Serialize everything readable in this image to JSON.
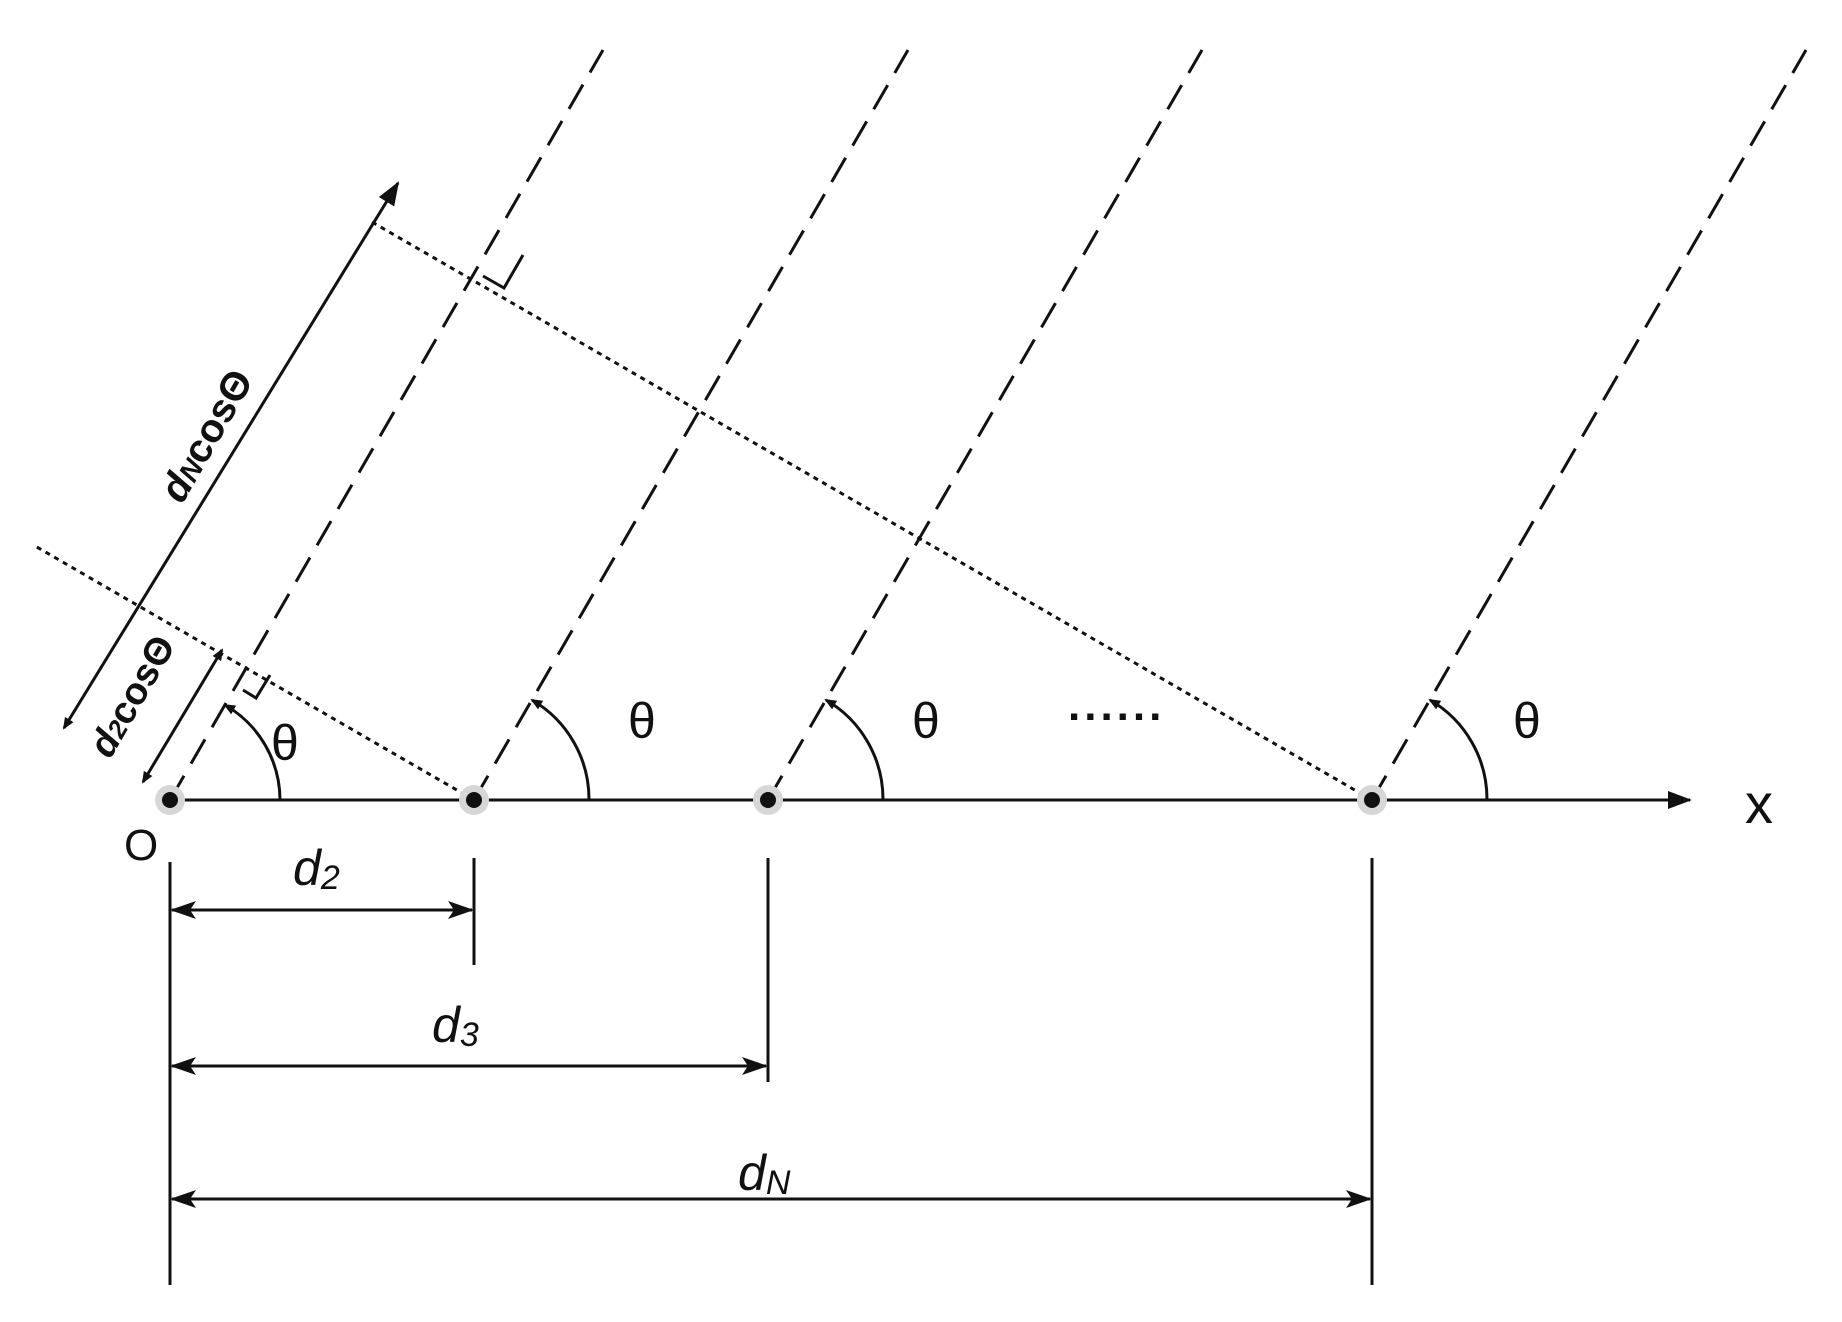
{
  "diagram": {
    "origin_label": "O",
    "axis_label": "x",
    "angle_symbol": "θ",
    "ellipsis": "......",
    "elements": [
      {
        "name": "origin",
        "label": ""
      },
      {
        "name": "element-2",
        "label": "d",
        "sub": "2"
      },
      {
        "name": "element-3",
        "label": "d",
        "sub": "3"
      },
      {
        "name": "element-N",
        "label": "d",
        "sub": "N"
      }
    ],
    "path_labels": {
      "d2": {
        "main": "d",
        "sub": "2",
        "tail": "cosΘ"
      },
      "dN": {
        "main": "d",
        "sub": "N",
        "tail": "cosΘ"
      }
    }
  }
}
